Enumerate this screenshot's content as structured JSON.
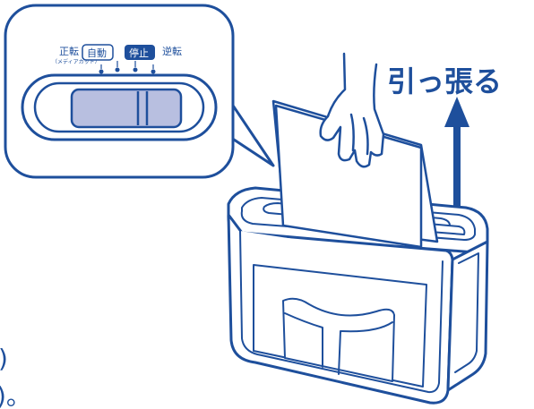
{
  "callout": {
    "label_forward": "正転",
    "label_forward_sub": "（メディアカット）",
    "label_auto": "自動",
    "label_stop": "停止",
    "label_reverse": "逆転"
  },
  "instruction": {
    "pull_text": "引っ張る"
  },
  "margin_fragments": {
    "fragment_1": ")",
    "fragment_2": ")。"
  },
  "colors": {
    "line": "#1e4f9c",
    "switch_fill": "#b8bfe0",
    "arrow": "#1e4f9c",
    "background": "#ffffff"
  },
  "icons": {
    "hand": "hand-pulling-paper-icon",
    "arrow": "arrow-up-icon"
  }
}
